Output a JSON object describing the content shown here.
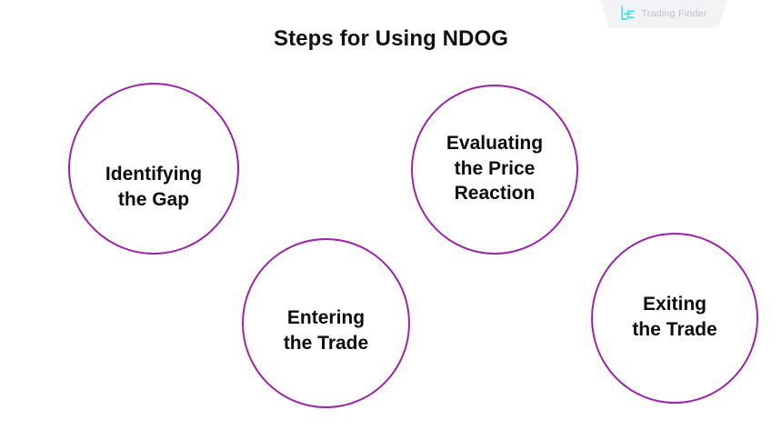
{
  "brand": {
    "name": "Trading Finder",
    "logo_icon": "trading-finder-logo-icon",
    "logo_color": "#3FE0F0",
    "text_color": "#b9bdc3",
    "badge_color": "#f2f3f5"
  },
  "header": {
    "title": "Steps for Using NDOG"
  },
  "diagram": {
    "type": "circle-steps",
    "accent_color": "#9B25A8",
    "background_color": "#ffffff",
    "steps": [
      {
        "id": "identifying-the-gap",
        "label": "Identifying\nthe Gap"
      },
      {
        "id": "entering-the-trade",
        "label": "Entering\nthe Trade"
      },
      {
        "id": "evaluating-the-price-reaction",
        "label": "Evaluating\nthe Price\nReaction"
      },
      {
        "id": "exiting-the-trade",
        "label": "Exiting\nthe Trade"
      }
    ]
  }
}
